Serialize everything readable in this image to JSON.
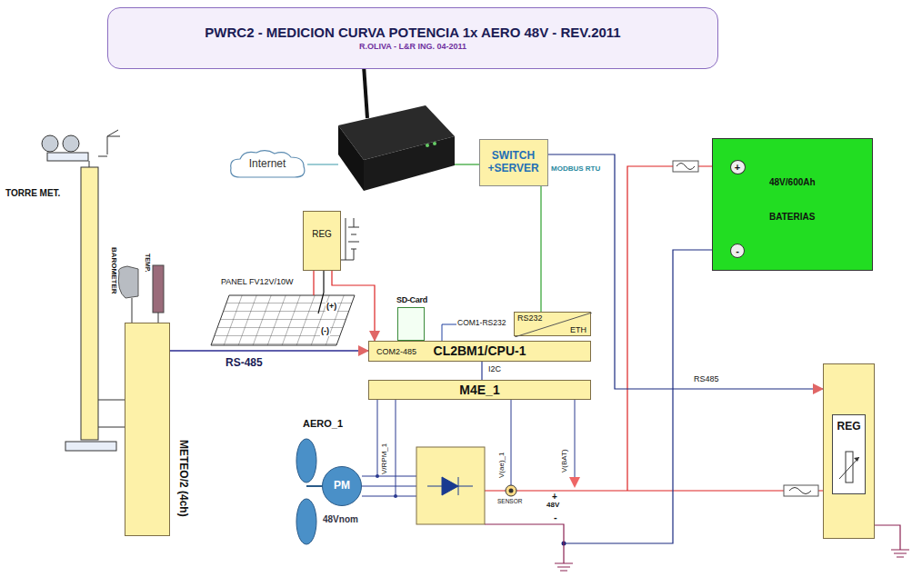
{
  "diagram": {
    "title": "PWRC2 - MEDICION CURVA POTENCIA 1x AERO 48V - REV.2011",
    "nodes": [
      {
        "text": [
          "PWRC2 - MEDICION CURVA POTENCIA 1x AERO 48V - REV.2011",
          "R.OLIVA - L&R ING. 04-2011"
        ]
      },
      {
        "text": [
          "Internet"
        ]
      },
      {
        "text": [
          "SWITCH +SERVER"
        ]
      },
      {
        "text": [
          "48V/600Ah",
          "BATERIAS"
        ]
      },
      {
        "text": [
          "+"
        ],
        "in": 3
      },
      {
        "text": [
          "-"
        ],
        "in": 3
      },
      {
        "text": [
          "REG"
        ]
      },
      {
        "text": [
          "SD-Card"
        ]
      },
      {
        "text": [
          "RS232",
          "ETH"
        ]
      },
      {
        "text": [
          "CL2BM1/CPU-1",
          "COM2-485"
        ]
      },
      {
        "text": [
          "M4E_1"
        ]
      },
      {
        "text": [
          "METEO/2 (4ch)"
        ]
      },
      {
        "text": [
          "REG"
        ]
      },
      {
        "text": [
          "PM",
          "48Vnom"
        ]
      }
    ],
    "edges": [
      {
        "from": 11,
        "to": 9,
        "arrow": "to",
        "label": "RS-485"
      },
      {
        "from": 6,
        "to": 9,
        "arrow": "to"
      },
      {
        "from": 2,
        "to": 8,
        "arrow": "none"
      },
      {
        "from": 2,
        "to": 12,
        "arrow": "to",
        "label": "RS485"
      },
      {
        "from": 9,
        "to": 10,
        "arrow": "none",
        "label": "I2C"
      }
    ],
    "labels": [
      "TORRE MET.",
      "TEMP.",
      "BAROMETER",
      "PANEL FV12V/10W",
      "(+)",
      "(-)",
      "COM1-RS232",
      "MODBUS RTU",
      "AERO_1",
      "V/RPM_1",
      "V(ae)_1",
      "SENSOR",
      "V(BAT)",
      "+",
      "48V",
      "-"
    ]
  }
}
